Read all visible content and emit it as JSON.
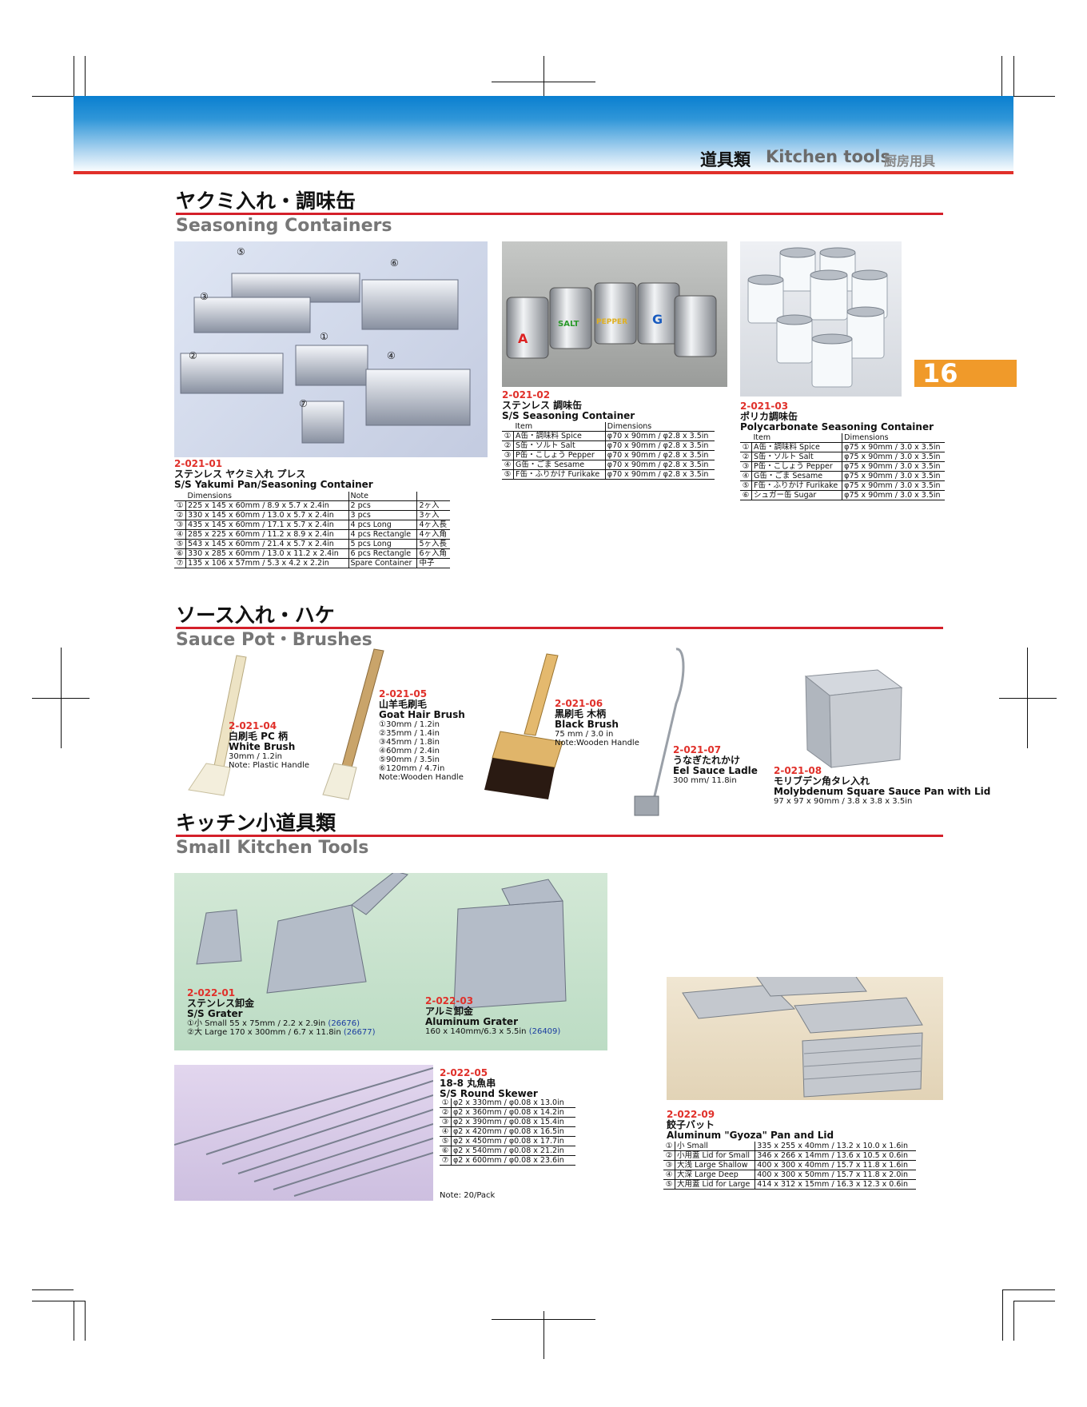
{
  "header": {
    "title_jp": "道具類",
    "title_en": "Kitchen tools",
    "title_sub": "厨房用具"
  },
  "page_number": "16",
  "sections": {
    "seasoning": {
      "jp": "ヤクミ入れ・調味缶",
      "en": "Seasoning Containers"
    },
    "sauce": {
      "jp": "ソース入れ・ハケ",
      "en": "Sauce Pot・Brushes"
    },
    "small": {
      "jp": "キッチン小道具類",
      "en": "Small Kitchen Tools"
    }
  },
  "photo_markers": [
    "⑤",
    "⑥",
    "③",
    "①",
    "②",
    "④",
    "⑦"
  ],
  "canister_labels": [
    "A",
    "SALT",
    "PEPPER",
    "G"
  ],
  "items": {
    "p01": {
      "code": "2-021-01",
      "jp": "ステンレス ヤクミ入れ プレス",
      "en": "S/S Yakumi Pan/Seasoning Container",
      "headers": [
        "Dimensions",
        "Note",
        ""
      ],
      "rows": [
        [
          "①",
          "225 x 145 x 60mm / 8.9 x 5.7 x 2.4in",
          "2 pcs",
          "2ヶ入"
        ],
        [
          "②",
          "330 x 145 x 60mm / 13.0 x 5.7 x 2.4in",
          "3 pcs",
          "3ヶ入"
        ],
        [
          "③",
          "435 x 145 x 60mm / 17.1 x 5.7 x 2.4in",
          "4 pcs Long",
          "4ヶ入長"
        ],
        [
          "④",
          "285 x 225 x 60mm / 11.2 x 8.9 x 2.4in",
          "4 pcs Rectangle",
          "4ヶ入角"
        ],
        [
          "⑤",
          "543 x 145 x 60mm / 21.4 x 5.7 x 2.4in",
          "5 pcs Long",
          "5ヶ入長"
        ],
        [
          "⑥",
          "330 x 285 x 60mm / 13.0 x 11.2 x 2.4in",
          "6 pcs Rectangle",
          "6ヶ入角"
        ],
        [
          "⑦",
          "135 x 106 x 57mm / 5.3 x 4.2 x 2.2in",
          "Spare Container",
          "中子"
        ]
      ]
    },
    "p02": {
      "code": "2-021-02",
      "jp": "ステンレス 調味缶",
      "en": "S/S Seasoning Container",
      "headers": [
        "Item",
        "Dimensions"
      ],
      "rows": [
        [
          "①",
          "A缶・調味料 Spice",
          "φ70 x 90mm / φ2.8 x 3.5in"
        ],
        [
          "②",
          "S缶・ソルト Salt",
          "φ70 x 90mm / φ2.8 x 3.5in"
        ],
        [
          "③",
          "P缶・こしょう Pepper",
          "φ70 x 90mm / φ2.8 x 3.5in"
        ],
        [
          "④",
          "G缶・ごま Sesame",
          "φ70 x 90mm / φ2.8 x 3.5in"
        ],
        [
          "⑤",
          "F缶・ふりかけ Furikake",
          "φ70 x 90mm / φ2.8 x 3.5in"
        ]
      ]
    },
    "p03": {
      "code": "2-021-03",
      "jp": "ポリカ調味缶",
      "en": "Polycarbonate Seasoning Container",
      "headers": [
        "Item",
        "Dimensions"
      ],
      "rows": [
        [
          "①",
          "A缶・調味料 Spice",
          "φ75 x 90mm / 3.0 x 3.5in"
        ],
        [
          "②",
          "S缶・ソルト Salt",
          "φ75 x 90mm / 3.0 x 3.5in"
        ],
        [
          "③",
          "P缶・こしょう Pepper",
          "φ75 x 90mm / 3.0 x 3.5in"
        ],
        [
          "④",
          "G缶・ごま Sesame",
          "φ75 x 90mm / 3.0 x 3.5in"
        ],
        [
          "⑤",
          "F缶・ふりかけ Furikake",
          "φ75 x 90mm / 3.0 x 3.5in"
        ],
        [
          "⑥",
          "シュガー缶 Sugar",
          "φ75 x 90mm / 3.0 x 3.5in"
        ]
      ]
    },
    "p04": {
      "code": "2-021-04",
      "jp": "白刷毛 PC 柄",
      "en": "White Brush",
      "desc": [
        "30mm / 1.2in",
        "Note: Plastic Handle"
      ]
    },
    "p05": {
      "code": "2-021-05",
      "jp": "山羊毛刷毛",
      "en": "Goat Hair Brush",
      "desc": [
        "①30mm / 1.2in",
        "②35mm / 1.4in",
        "③45mm / 1.8in",
        "④60mm / 2.4in",
        "⑤90mm / 3.5in",
        "⑥120mm / 4.7in",
        "Note:Wooden Handle"
      ]
    },
    "p06": {
      "code": "2-021-06",
      "jp": "黒刷毛 木柄",
      "en": "Black Brush",
      "desc": [
        "75 mm / 3.0 in",
        "Note:Wooden Handle"
      ]
    },
    "p07": {
      "code": "2-021-07",
      "jp": "うなぎたれかけ",
      "en": "Eel Sauce Ladle",
      "desc": [
        "300 mm/ 11.8in"
      ]
    },
    "p08": {
      "code": "2-021-08",
      "jp": "モリブデン角タレ入れ",
      "en": "Molybdenum Square Sauce Pan with Lid",
      "desc": [
        "97 x 97 x 90mm / 3.8 x 3.8 x 3.5in"
      ]
    },
    "p09": {
      "code": "2-022-01",
      "jp": "ステンレス卸金",
      "en": "S/S Grater",
      "rows": [
        [
          "①小 Small  55 x 75mm / 2.2 x 2.9in",
          "(26676)"
        ],
        [
          "②大 Large 170 x 300mm / 6.7 x 11.8in",
          "(26677)"
        ]
      ]
    },
    "p10": {
      "code": "2-022-03",
      "jp": "アルミ卸金",
      "en": "Aluminum Grater",
      "desc": [
        "160 x 140mm/6.3 x 5.5in"
      ],
      "ref": "(26409)"
    },
    "p11": {
      "code": "2-022-05",
      "jp": "18-8 丸魚串",
      "en": "S/S Round Skewer",
      "rows": [
        [
          "①",
          "φ2 x 330mm / φ0.08 x 13.0in"
        ],
        [
          "②",
          "φ2 x 360mm / φ0.08 x 14.2in"
        ],
        [
          "③",
          "φ2 x 390mm / φ0.08 x 15.4in"
        ],
        [
          "④",
          "φ2 x 420mm / φ0.08 x 16.5in"
        ],
        [
          "⑤",
          "φ2 x 450mm / φ0.08 x 17.7in"
        ],
        [
          "⑥",
          "φ2 x 540mm / φ0.08 x 21.2in"
        ],
        [
          "⑦",
          "φ2 x 600mm / φ0.08 x 23.6in"
        ]
      ],
      "note": "Note: 20/Pack"
    },
    "p12": {
      "code": "2-022-09",
      "jp": "餃子バット",
      "en": "Aluminum \"Gyoza\" Pan and Lid",
      "rows": [
        [
          "①",
          "小 Small",
          "335 x 255 x 40mm / 13.2 x 10.0 x 1.6in"
        ],
        [
          "②",
          "小用蓋 Lid for Small",
          "346 x 266 x 14mm / 13.6 x 10.5 x 0.6in"
        ],
        [
          "③",
          "大浅 Large Shallow",
          "400 x 300 x 40mm / 15.7 x 11.8 x 1.6in"
        ],
        [
          "④",
          "大深 Large Deep",
          "400 x 300 x 50mm / 15.7 x 11.8 x 2.0in"
        ],
        [
          "⑤",
          "大用蓋 Lid for Large",
          "414 x 312 x 15mm / 16.3 x 12.3 x 0.6in"
        ]
      ]
    }
  }
}
